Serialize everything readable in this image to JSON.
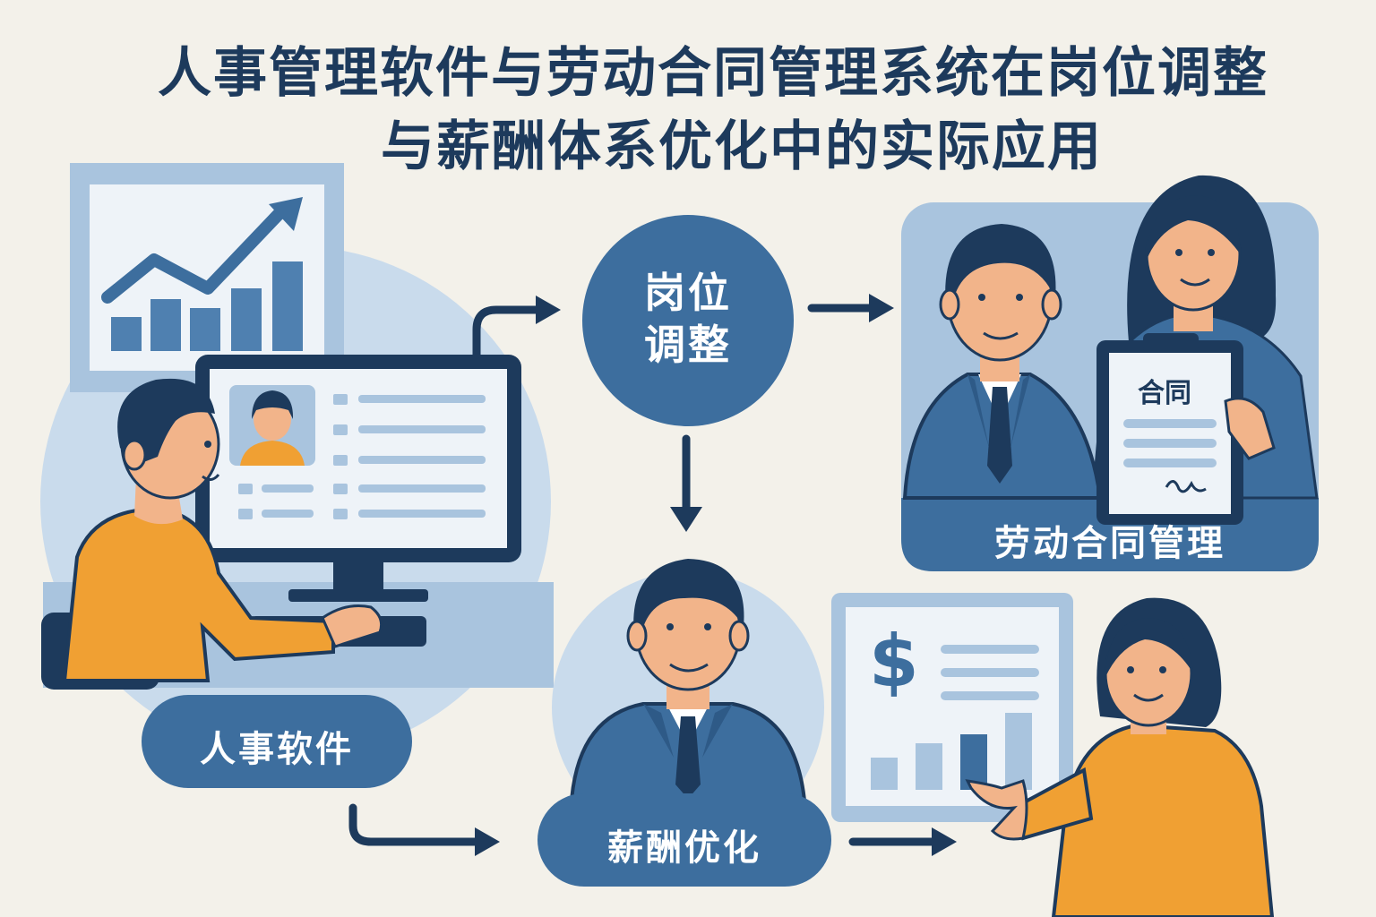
{
  "title": {
    "line1": "人事管理软件与劳动合同管理系统在岗位调整",
    "line2": "与薪酬体系优化中的实际应用"
  },
  "nodes": {
    "hr_software": "人事软件",
    "job_adjustment_line1": "岗位",
    "job_adjustment_line2": "调整",
    "contract_mgmt": "劳动合同管理",
    "salary_optimization": "薪酬优化"
  },
  "contract_doc": {
    "heading": "合同"
  },
  "salary_doc": {
    "currency_symbol": "$"
  },
  "colors": {
    "dark_navy": "#1d3a5c",
    "mid_blue": "#3d6e9e",
    "light_blue": "#a9c4de",
    "accent_orange": "#f0a033",
    "background": "#f3f1ea"
  }
}
